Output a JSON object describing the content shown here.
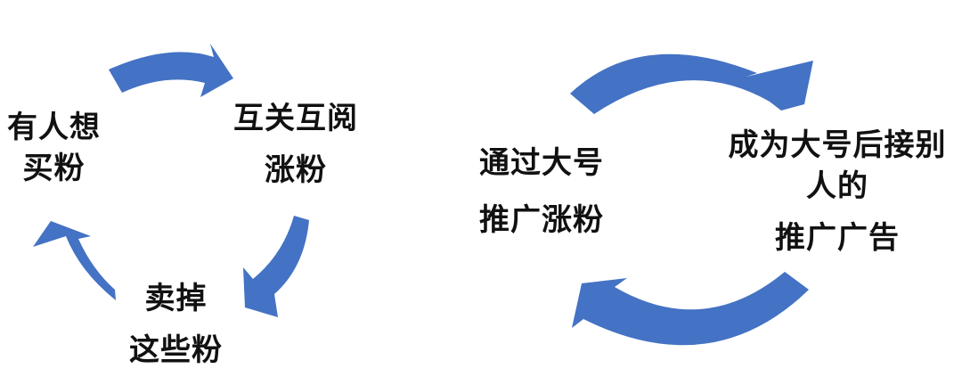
{
  "colors": {
    "arrow": "#4472C4",
    "text": "#111111",
    "background": "#FFFFFF"
  },
  "left_cycle": {
    "nodes": [
      {
        "id": "buy",
        "lines": [
          "有人想",
          "买粉"
        ]
      },
      {
        "id": "mutual",
        "lines": [
          "互关互阅",
          "涨粉"
        ]
      },
      {
        "id": "sell",
        "lines": [
          "卖掉",
          "这些粉"
        ]
      }
    ],
    "arrows": [
      "buy→mutual",
      "mutual→sell",
      "sell→buy"
    ]
  },
  "right_cycle": {
    "nodes": [
      {
        "id": "promote",
        "lines": [
          "通过大号",
          "推广涨粉"
        ]
      },
      {
        "id": "ads",
        "lines": [
          "成为大号后接别",
          "人的",
          "推广广告"
        ]
      }
    ],
    "arrows": [
      "promote→ads",
      "ads→promote"
    ]
  }
}
